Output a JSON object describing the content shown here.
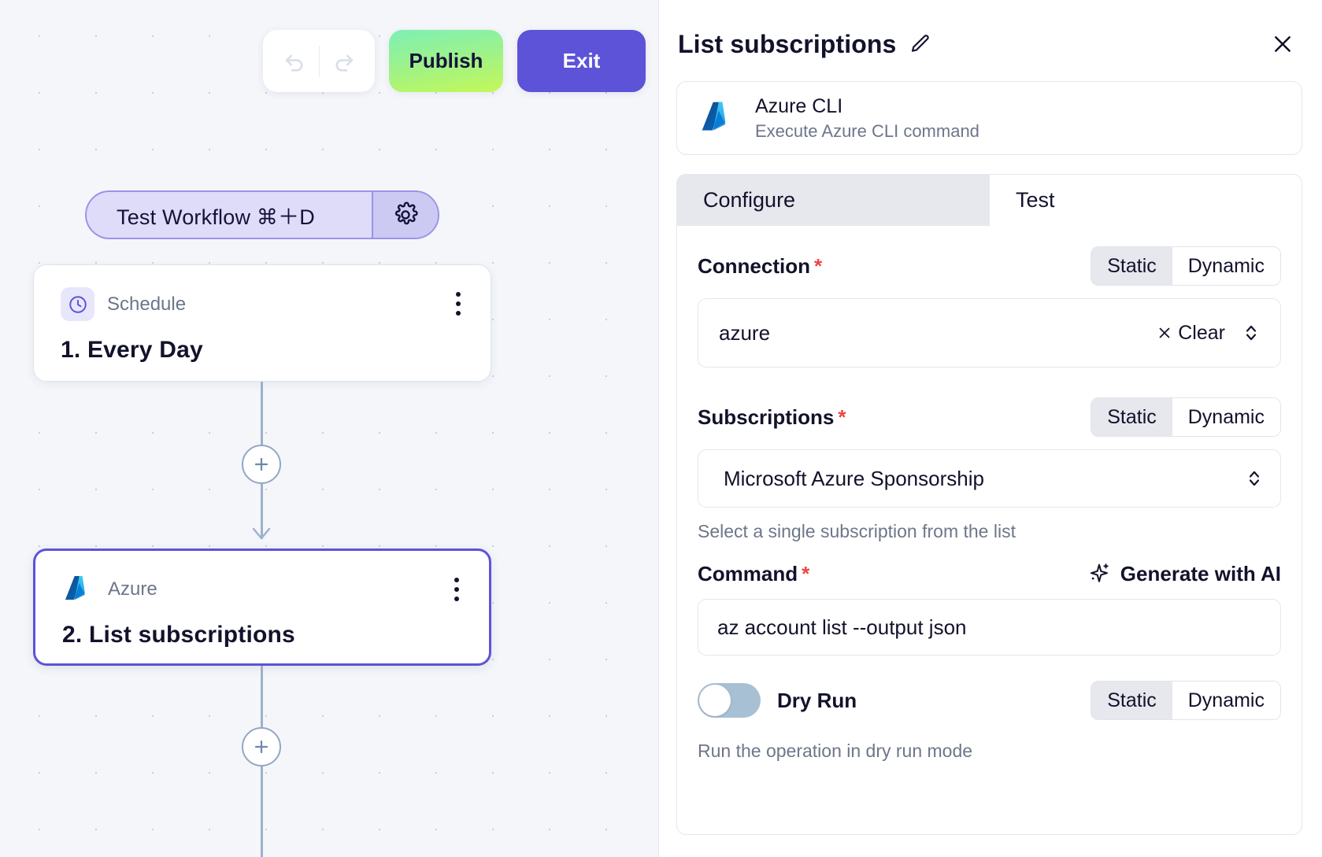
{
  "toolbar": {
    "undo_icon": "undo-icon",
    "redo_icon": "redo-icon",
    "publish_label": "Publish",
    "exit_label": "Exit"
  },
  "canvas": {
    "test_workflow_label": "Test Workflow ⌘＋D",
    "gear_icon": "gear-icon",
    "add_node_icon": "plus-icon",
    "nodes": [
      {
        "type": "Schedule",
        "title": "1. Every Day",
        "icon": "clock-icon",
        "selected": false
      },
      {
        "type": "Azure",
        "title": "2. List subscriptions",
        "icon": "azure-logo-icon",
        "selected": true
      }
    ]
  },
  "panel": {
    "title": "List subscriptions",
    "edit_icon": "pencil-icon",
    "close_icon": "close-icon",
    "app": {
      "icon": "azure-logo-icon",
      "name": "Azure CLI",
      "description": "Execute Azure CLI command"
    },
    "tabs": [
      {
        "label": "Configure",
        "active": true
      },
      {
        "label": "Test",
        "active": false
      }
    ],
    "fields": {
      "connection": {
        "label": "Connection",
        "required_marker": "*",
        "mode_static": "Static",
        "mode_dynamic": "Dynamic",
        "selected_mode": "Static",
        "value": "azure",
        "clear_label": "Clear",
        "clear_icon": "close-x-icon",
        "stepper_icon": "chevron-updown-icon"
      },
      "subscriptions": {
        "label": "Subscriptions",
        "required_marker": "*",
        "mode_static": "Static",
        "mode_dynamic": "Dynamic",
        "selected_mode": "Static",
        "value": "Microsoft Azure Sponsorship",
        "helper": "Select a single subscription from the list",
        "stepper_icon": "chevron-updown-icon"
      },
      "command": {
        "label": "Command",
        "required_marker": "*",
        "generate_label": "Generate with AI",
        "generate_icon": "sparkle-icon",
        "value": "az account list --output json"
      },
      "dry_run": {
        "label": "Dry Run",
        "enabled": false,
        "mode_static": "Static",
        "mode_dynamic": "Dynamic",
        "selected_mode": "Static",
        "helper": "Run the operation in dry run mode"
      }
    }
  },
  "colors": {
    "accent_purple": "#5c53d8",
    "publish_green_start": "#7ef0b5",
    "publish_green_end": "#c4f857",
    "canvas_bg": "#f4f6fa",
    "required_red": "#ef4444",
    "azure_blue": "#0f7dc2"
  }
}
